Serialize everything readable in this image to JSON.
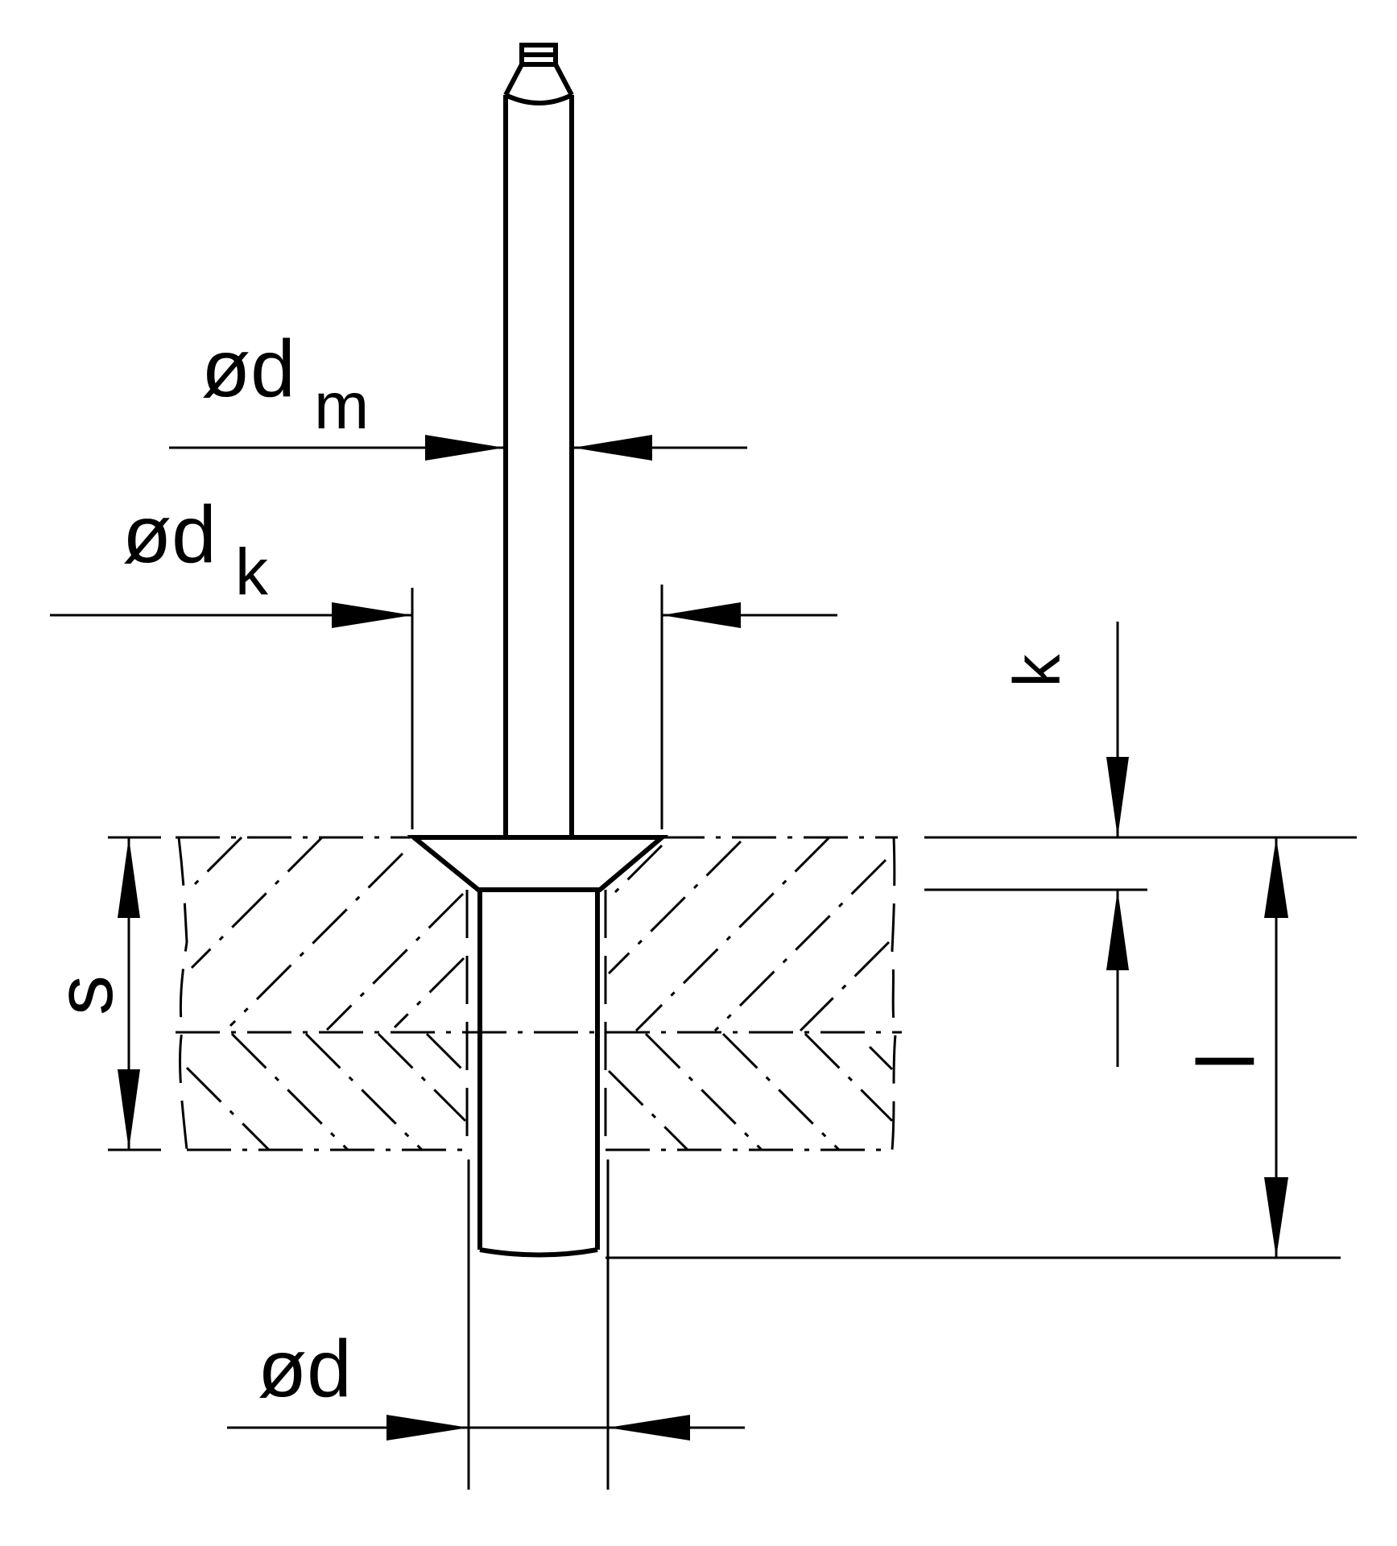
{
  "labels": {
    "dm_main": "ød",
    "dm_sub": "m",
    "dk_main": "ød",
    "dk_sub": "k",
    "k": "k",
    "s": "s",
    "l": "l",
    "d": "ød"
  },
  "colors": {
    "ink": "#000000",
    "paper": "#ffffff"
  }
}
